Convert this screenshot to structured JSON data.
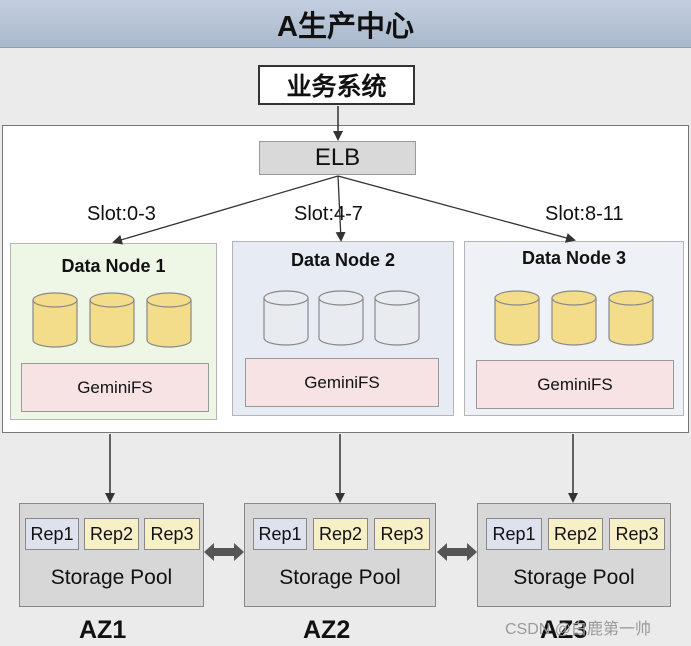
{
  "header": {
    "title": "A生产中心"
  },
  "business_system": {
    "label": "业务系统"
  },
  "elb": {
    "label": "ELB"
  },
  "slots": [
    "Slot:0-3",
    "Slot:4-7",
    "Slot:8-11"
  ],
  "nodes": [
    {
      "title": "Data Node 1",
      "fs": "GeminiFS",
      "disk_color": "#f3dc8a"
    },
    {
      "title": "Data Node 2",
      "fs": "GeminiFS",
      "disk_color": "#e8ebf0"
    },
    {
      "title": "Data Node 3",
      "fs": "GeminiFS",
      "disk_color": "#f3dc8a"
    }
  ],
  "node_colors": [
    "#eef6e6",
    "#e6ebf4",
    "#eef1f6"
  ],
  "pools": [
    {
      "reps": [
        "Rep1",
        "Rep2",
        "Rep3"
      ],
      "label": "Storage Pool",
      "az": "AZ1"
    },
    {
      "reps": [
        "Rep1",
        "Rep2",
        "Rep3"
      ],
      "label": "Storage Pool",
      "az": "AZ2"
    },
    {
      "reps": [
        "Rep1",
        "Rep2",
        "Rep3"
      ],
      "label": "Storage Pool",
      "az": "AZ3"
    }
  ],
  "watermark": "CSDN @白鹿第一帅"
}
